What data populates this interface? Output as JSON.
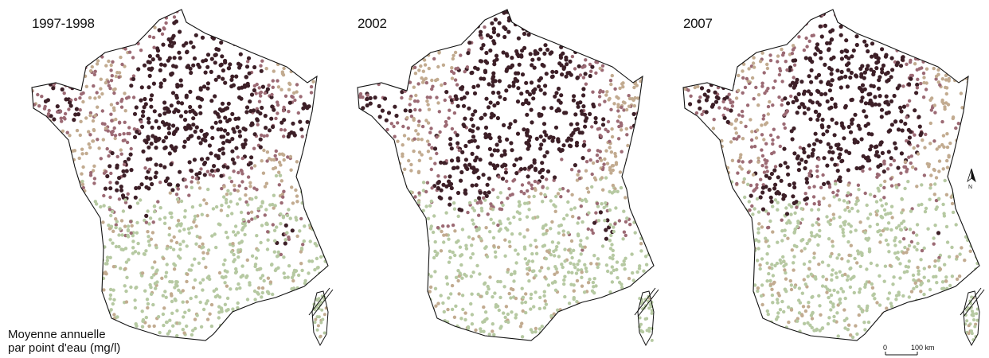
{
  "maps": [
    {
      "year_label": "1997-1998"
    },
    {
      "year_label": "2002"
    },
    {
      "year_label": "2007"
    }
  ],
  "legend": {
    "title_line1": "Moyenne annuelle",
    "title_line2": "par point d'eau (mg/l)"
  },
  "scale_bar": {
    "zero_label": "0",
    "distance_label": "100 km"
  },
  "north_arrow": {
    "label": "N"
  },
  "colors": {
    "very_low": "#b6c9a2",
    "low": "#c2ab90",
    "medium": "#9c6a74",
    "high": "#3d1f27",
    "outline": "#111111",
    "background": "#ffffff"
  }
}
